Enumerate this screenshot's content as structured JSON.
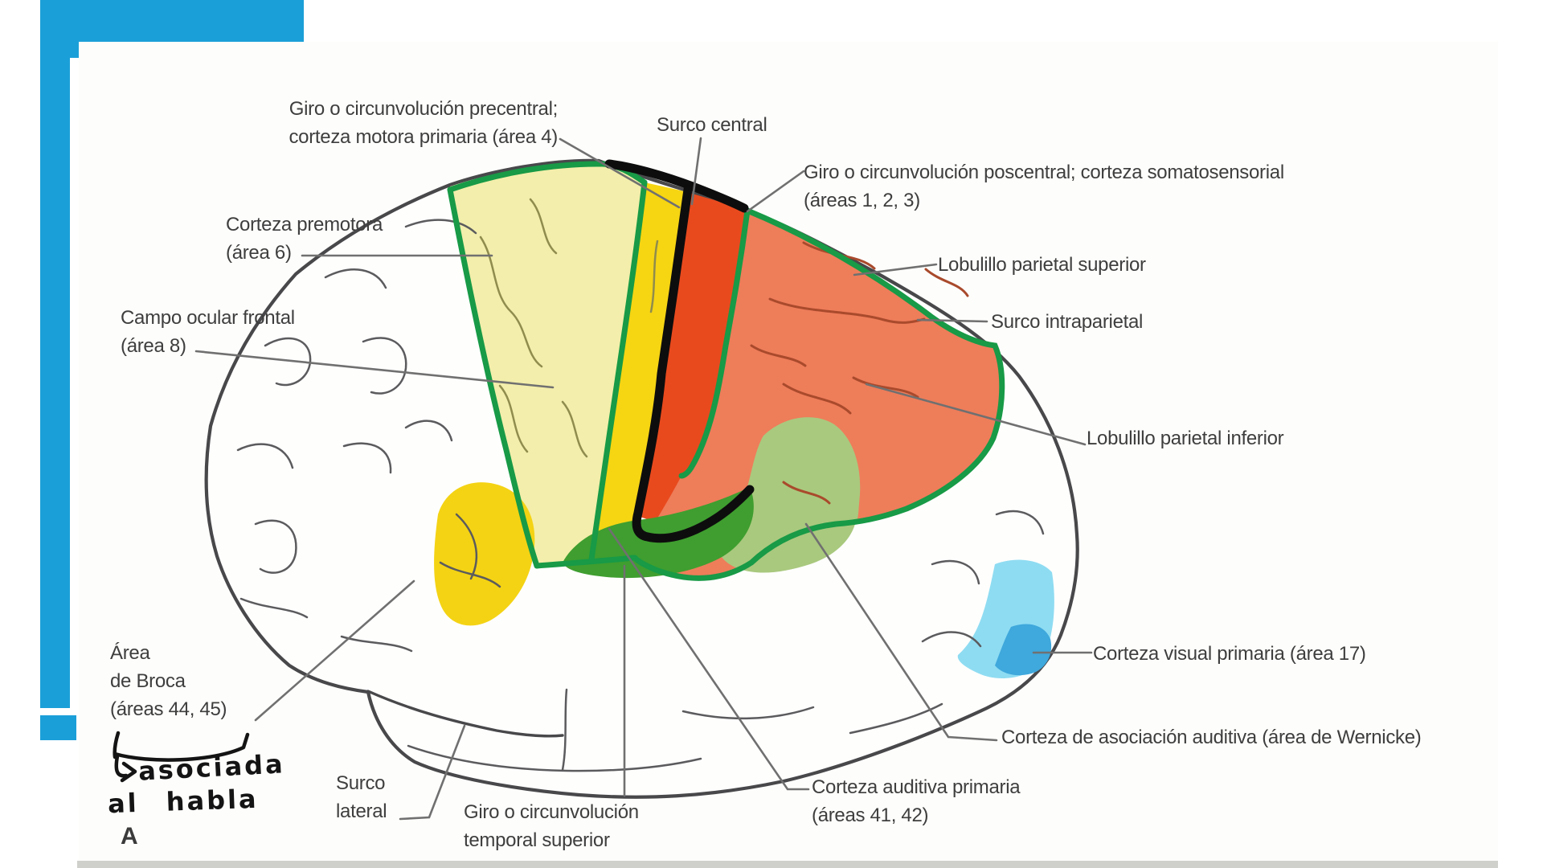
{
  "slide": {
    "background": "#ffffff",
    "accent_color": "#1b9fd8"
  },
  "diagram": {
    "figure_letter": "A",
    "labels": {
      "precentral": "Giro o circunvolución precentral;\ncorteza motora primaria (área 4)",
      "surco_central": "Surco central",
      "poscentral": "Giro o circunvolución poscentral; corteza somatosensorial\n(áreas 1, 2, 3)",
      "premotora": "Corteza premotora\n(área 6)",
      "campo_ocular": "Campo ocular frontal\n(área 8)",
      "parietal_superior": "Lobulillo parietal superior",
      "intraparietal": "Surco intraparietal",
      "parietal_inferior": "Lobulillo parietal inferior",
      "broca": "Área\nde Broca\n(áreas 44, 45)",
      "visual": "Corteza visual primaria (área 17)",
      "wernicke": "Corteza de asociación auditiva (área de Wernicke)",
      "auditiva": "Corteza auditiva primaria\n(áreas 41, 42)",
      "surco_lateral": "Surco\nlateral",
      "temporal_superior": "Giro o circunvolución\ntemporal superior"
    },
    "handwriting": {
      "word1": "asociada",
      "word2": "al habla"
    },
    "colors": {
      "premotora": "#f3eeab",
      "motora": "#f6d513",
      "somatosensorial": "#e84a1e",
      "parietal": "#ee7d5a",
      "wernicke": "#a9c97e",
      "auditiva_primaria": "#3f9e2f",
      "visual_claro": "#8edcf2",
      "visual_oscuro": "#3fa8dc",
      "broca": "#f4d314",
      "contorno_regiones": "#189a46",
      "surco_resaltado": "#0d0d0d",
      "contorno_cerebro": "#48484b",
      "lineas_guia": "#707070",
      "tinta_manuscrita": "#141414",
      "texto": "#3e3e3e"
    }
  }
}
